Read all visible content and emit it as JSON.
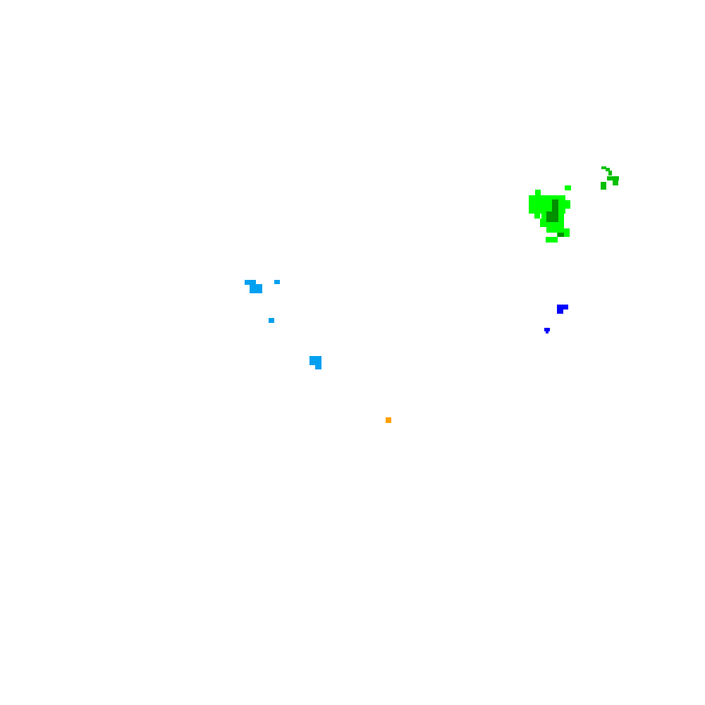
{
  "palette": {
    "background": "#ffffff",
    "bright_green": "#00ff00",
    "medium_green": "#00c000",
    "dark_green": "#009000",
    "sky_blue": "#00a0f0",
    "blue": "#0000ff",
    "orange": "#ffa000"
  },
  "clusters": [
    {
      "name": "bright-green-cluster",
      "color_key": "bright_green"
    },
    {
      "name": "dark-green-cluster",
      "color_key": "dark_green"
    },
    {
      "name": "medium-green-arc-cluster",
      "color_key": "medium_green"
    },
    {
      "name": "sky-blue-cluster-upper",
      "color_key": "sky_blue"
    },
    {
      "name": "sky-blue-cluster-lower",
      "color_key": "sky_blue"
    },
    {
      "name": "blue-cluster",
      "color_key": "blue"
    },
    {
      "name": "orange-cluster",
      "color_key": "orange"
    }
  ]
}
